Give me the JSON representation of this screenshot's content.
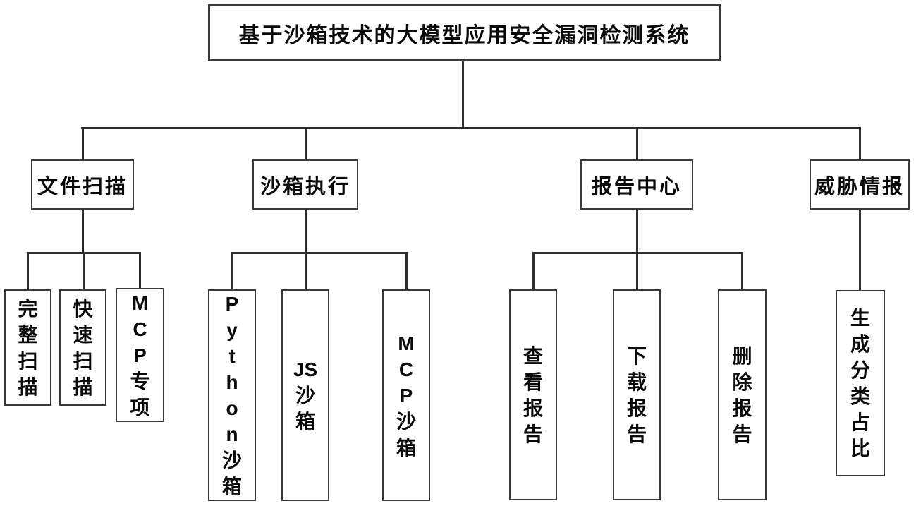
{
  "diagram": {
    "root": {
      "label": "基于沙箱技术的大模型应用安全漏洞检测系统"
    },
    "branches": [
      {
        "label": "文件扫描",
        "children": [
          {
            "label": "完整扫描",
            "lines": [
              "完",
              "整",
              "扫",
              "描"
            ]
          },
          {
            "label": "快速扫描",
            "lines": [
              "快",
              "速",
              "扫",
              "描"
            ]
          },
          {
            "label": "MCP专项",
            "lines": [
              "M",
              "C",
              "P",
              "专",
              "项"
            ]
          }
        ]
      },
      {
        "label": "沙箱执行",
        "children": [
          {
            "label": "Python沙箱",
            "lines": [
              "P",
              "y",
              "t",
              "h",
              "o",
              "n",
              "沙",
              "箱"
            ]
          },
          {
            "label": "JS沙箱",
            "lines": [
              "JS",
              "沙",
              "箱"
            ]
          },
          {
            "label": "MCP沙箱",
            "lines": [
              "M",
              "C",
              "P",
              "沙",
              "箱"
            ]
          }
        ]
      },
      {
        "label": "报告中心",
        "children": [
          {
            "label": "查看报告",
            "lines": [
              "查",
              "看",
              "报",
              "告"
            ]
          },
          {
            "label": "下载报告",
            "lines": [
              "下",
              "载",
              "报",
              "告"
            ]
          },
          {
            "label": "删除报告",
            "lines": [
              "删",
              "除",
              "报",
              "告"
            ]
          }
        ]
      },
      {
        "label": "威胁情报",
        "children": [
          {
            "label": "生成分类占比",
            "lines": [
              "生",
              "成",
              "分",
              "类",
              "占",
              "比"
            ]
          }
        ]
      }
    ]
  },
  "colors": {
    "line": "#2e2e2e",
    "box_border": "#3a3a3a",
    "background": "#ffffff",
    "text": "#0a0a0a"
  }
}
